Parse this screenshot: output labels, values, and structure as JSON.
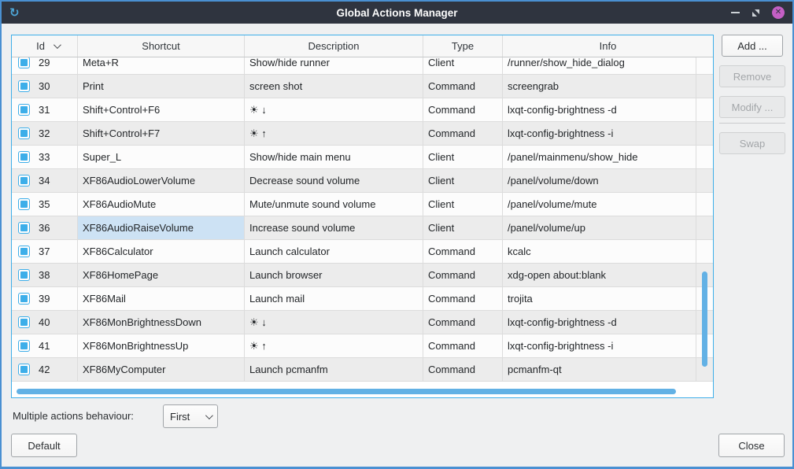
{
  "window": {
    "title": "Global Actions Manager"
  },
  "table": {
    "columns": {
      "id": "Id",
      "shortcut": "Shortcut",
      "description": "Description",
      "type": "Type",
      "info": "Info"
    },
    "rows": [
      {
        "id": "29",
        "shortcut": "Meta+R",
        "description": "Show/hide runner",
        "type": "Client",
        "info": "/runner/show_hide_dialog",
        "checked": true
      },
      {
        "id": "30",
        "shortcut": "Print",
        "description": "screen shot",
        "type": "Command",
        "info": "screengrab",
        "checked": true
      },
      {
        "id": "31",
        "shortcut": "Shift+Control+F6",
        "description": "☀ ↓",
        "type": "Command",
        "info": "lxqt-config-brightness -d",
        "checked": true
      },
      {
        "id": "32",
        "shortcut": "Shift+Control+F7",
        "description": "☀ ↑",
        "type": "Command",
        "info": "lxqt-config-brightness -i",
        "checked": true
      },
      {
        "id": "33",
        "shortcut": "Super_L",
        "description": "Show/hide main menu",
        "type": "Client",
        "info": "/panel/mainmenu/show_hide",
        "checked": true
      },
      {
        "id": "34",
        "shortcut": "XF86AudioLowerVolume",
        "description": "Decrease sound volume",
        "type": "Client",
        "info": "/panel/volume/down",
        "checked": true
      },
      {
        "id": "35",
        "shortcut": "XF86AudioMute",
        "description": "Mute/unmute sound volume",
        "type": "Client",
        "info": "/panel/volume/mute",
        "checked": true
      },
      {
        "id": "36",
        "shortcut": "XF86AudioRaiseVolume",
        "description": "Increase sound volume",
        "type": "Client",
        "info": "/panel/volume/up",
        "checked": true,
        "selected": true
      },
      {
        "id": "37",
        "shortcut": "XF86Calculator",
        "description": "Launch calculator",
        "type": "Command",
        "info": "kcalc",
        "checked": true
      },
      {
        "id": "38",
        "shortcut": "XF86HomePage",
        "description": "Launch browser",
        "type": "Command",
        "info": "xdg-open about:blank",
        "checked": true
      },
      {
        "id": "39",
        "shortcut": "XF86Mail",
        "description": "Launch mail",
        "type": "Command",
        "info": "trojita",
        "checked": true
      },
      {
        "id": "40",
        "shortcut": "XF86MonBrightnessDown",
        "description": "☀ ↓",
        "type": "Command",
        "info": "lxqt-config-brightness -d",
        "checked": true
      },
      {
        "id": "41",
        "shortcut": "XF86MonBrightnessUp",
        "description": "☀ ↑",
        "type": "Command",
        "info": "lxqt-config-brightness -i",
        "checked": true
      },
      {
        "id": "42",
        "shortcut": "XF86MyComputer",
        "description": "Launch pcmanfm",
        "type": "Command",
        "info": "pcmanfm-qt",
        "checked": true
      }
    ]
  },
  "side_buttons": {
    "add": "Add ...",
    "remove": "Remove",
    "modify": "Modify ...",
    "swap": "Swap"
  },
  "footer": {
    "behaviour_label": "Multiple actions behaviour:",
    "behaviour_value": "First",
    "default_label": "Default",
    "close_label": "Close"
  },
  "titlebar_icons": {
    "close_glyph": "✕",
    "app_glyph": "↻"
  },
  "colors": {
    "accent": "#3daee9",
    "window_border": "#4a90d2",
    "titlebar_bg": "#2f343f",
    "selection_bg": "#cde2f4",
    "close_button": "#c45fc5",
    "scrollbar_thumb": "#62b1e5",
    "alt_row_bg": "#ececec"
  }
}
